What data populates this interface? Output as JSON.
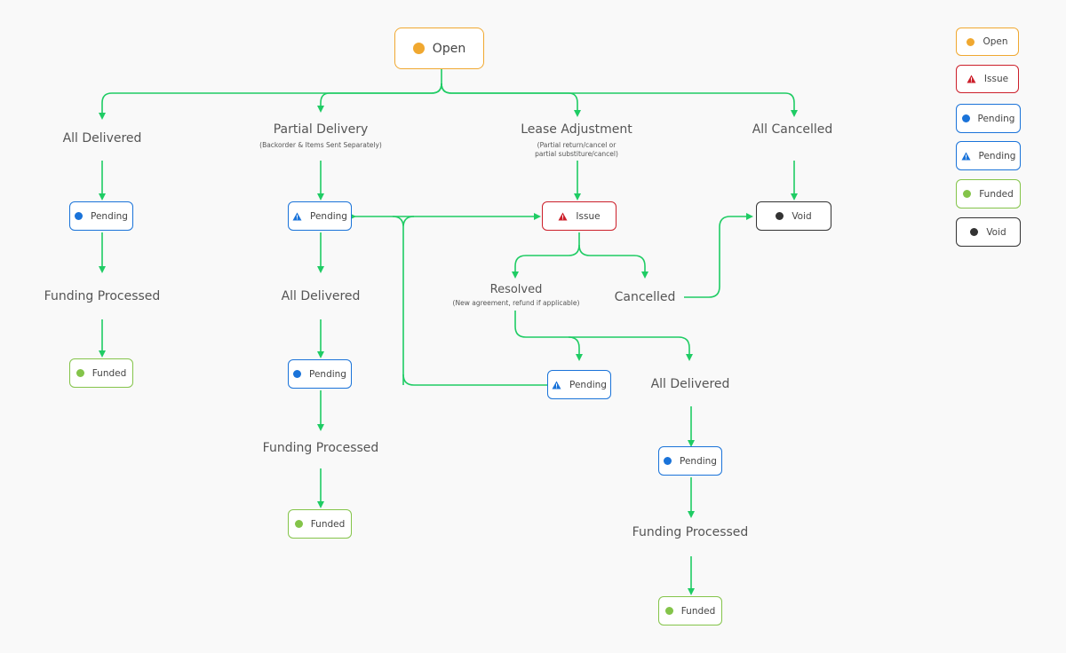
{
  "colors": {
    "connector": "#1fcc64",
    "open": "#f0a830",
    "issue": "#cc1f2a",
    "pending": "#1a73d9",
    "funded": "#84c44a",
    "void": "#333333"
  },
  "nodes": {
    "open": {
      "text": "Open",
      "icon": "orange-dot-icon"
    },
    "c1_pending": {
      "text": "Pending",
      "icon": "blue-dot-icon"
    },
    "c1_funded": {
      "text": "Funded",
      "icon": "green-dot-icon"
    },
    "c2_pending_warn": {
      "text": "Pending",
      "icon": "warning-blue-icon"
    },
    "c2_pending": {
      "text": "Pending",
      "icon": "blue-dot-icon"
    },
    "c2_funded": {
      "text": "Funded",
      "icon": "green-dot-icon"
    },
    "c3_issue": {
      "text": "Issue",
      "icon": "warning-red-icon"
    },
    "c3_pending_warn": {
      "text": "Pending",
      "icon": "warning-blue-icon"
    },
    "c5_pending": {
      "text": "Pending",
      "icon": "blue-dot-icon"
    },
    "c5_funded": {
      "text": "Funded",
      "icon": "green-dot-icon"
    },
    "c4_void": {
      "text": "Void",
      "icon": "dark-dot-icon"
    }
  },
  "labels": {
    "all_delivered_1": "All Delivered",
    "funding_processed_1": "Funding Processed",
    "partial_delivery": "Partial Delivery",
    "partial_delivery_sub": "(Backorder & Items Sent Separately)",
    "all_delivered_2": "All Delivered",
    "funding_processed_2": "Funding Processed",
    "lease_adjustment": "Lease Adjustment",
    "lease_adjustment_sub1": "(Partial return/cancel or",
    "lease_adjustment_sub2": "partial substiture/cancel)",
    "resolved": "Resolved",
    "resolved_sub": "(New agreement, refund if applicable)",
    "cancelled": "Cancelled",
    "all_delivered_3": "All Delivered",
    "funding_processed_3": "Funding Processed",
    "all_cancelled": "All Cancelled"
  },
  "legend": [
    {
      "text": "Open",
      "icon": "orange-dot-icon"
    },
    {
      "text": "Issue",
      "icon": "warning-red-icon"
    },
    {
      "text": "Pending",
      "icon": "blue-dot-icon"
    },
    {
      "text": "Pending",
      "icon": "warning-blue-icon"
    },
    {
      "text": "Funded",
      "icon": "green-dot-icon"
    },
    {
      "text": "Void",
      "icon": "dark-dot-icon"
    }
  ]
}
